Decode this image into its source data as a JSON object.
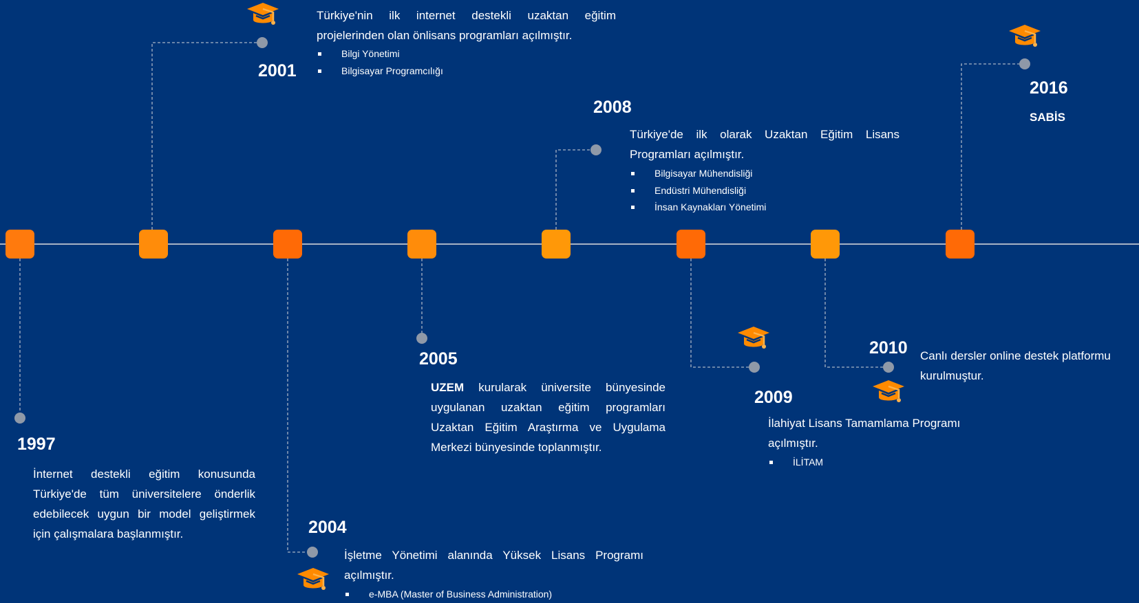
{
  "colors": {
    "background": "#003478",
    "line": "#a8b3c4",
    "connector": "#a8b3c4",
    "dot": "#8f99a8",
    "node_colors": [
      "#ff7a0d",
      "#ff8c0a",
      "#ff6a06",
      "#ff8c0a",
      "#ff9808",
      "#ff6a06",
      "#ff9808",
      "#ff6a06"
    ],
    "cap_icon": "#ff8a00"
  },
  "events": [
    {
      "year": "1997",
      "description": "İnternet destekli eğitim konusunda Türkiye'de tüm üniversitelere önderlik edebilecek uygun bir model geliştirmek için çalışmalara başlanmıştır."
    },
    {
      "year": "2001",
      "description": "Türkiye'nin ilk internet destekli uzaktan eğitim projelerinden olan önlisans programları açılmıştır.",
      "bullets": [
        "Bilgi Yönetimi",
        "Bilgisayar Programcılığı"
      ],
      "icon": "graduation-cap-icon"
    },
    {
      "year": "2004",
      "description": "İşletme Yönetimi alanında Yüksek Lisans Programı açılmıştır.",
      "bullets": [
        "e-MBA (Master of Business Administration)"
      ],
      "icon": "graduation-cap-icon"
    },
    {
      "year": "2005",
      "description_bold": "UZEM",
      "description": " kurularak üniversite bünyesinde uygulanan uzaktan eğitim programları Uzaktan Eğitim Araştırma ve Uygulama Merkezi bünyesinde toplanmıştır."
    },
    {
      "year": "2008",
      "description": "Türkiye'de ilk olarak Uzaktan Eğitim Lisans Programları açılmıştır.",
      "bullets": [
        "Bilgisayar Mühendisliği",
        "Endüstri Mühendisliği",
        "İnsan Kaynakları Yönetimi"
      ]
    },
    {
      "year": "2009",
      "description": "İlahiyat Lisans Tamamlama Programı açılmıştır.",
      "bullets": [
        "İLİTAM"
      ],
      "icon": "graduation-cap-icon"
    },
    {
      "year": "2010",
      "description": "Canlı dersler online destek platformu kurulmuştur.",
      "icon": "graduation-cap-icon"
    },
    {
      "year": "2016",
      "description": "SABİS",
      "icon": "graduation-cap-icon"
    }
  ]
}
